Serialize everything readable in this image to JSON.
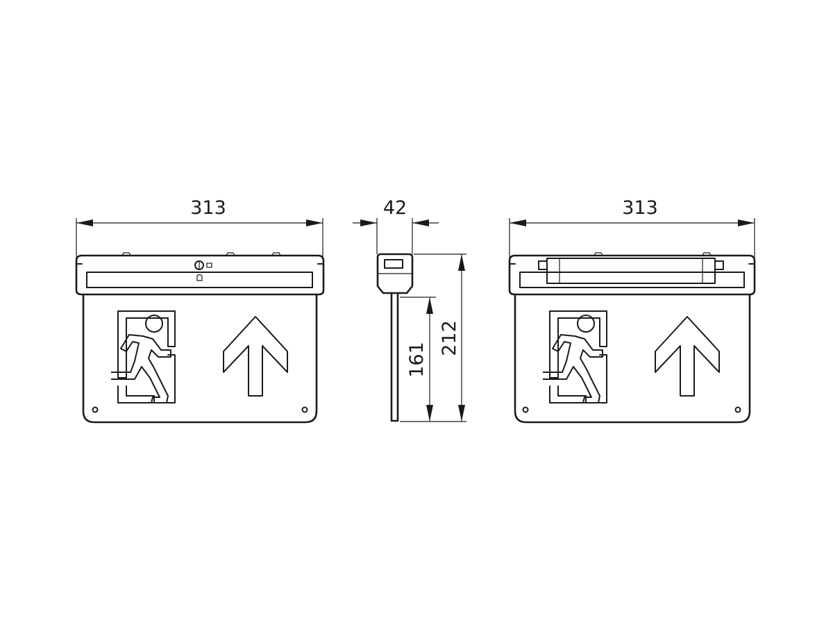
{
  "dimensions": {
    "front_width": "313",
    "side_depth": "42",
    "side_total_height": "212",
    "side_blade_height": "161",
    "rear_width": "313"
  },
  "icons": {
    "running_man": "running-man-icon",
    "arrow_up": "arrow-up-icon",
    "screw": "screw-icon",
    "lock": "lock-icon"
  },
  "colors": {
    "line": "#1a1a1a",
    "background": "#ffffff"
  }
}
